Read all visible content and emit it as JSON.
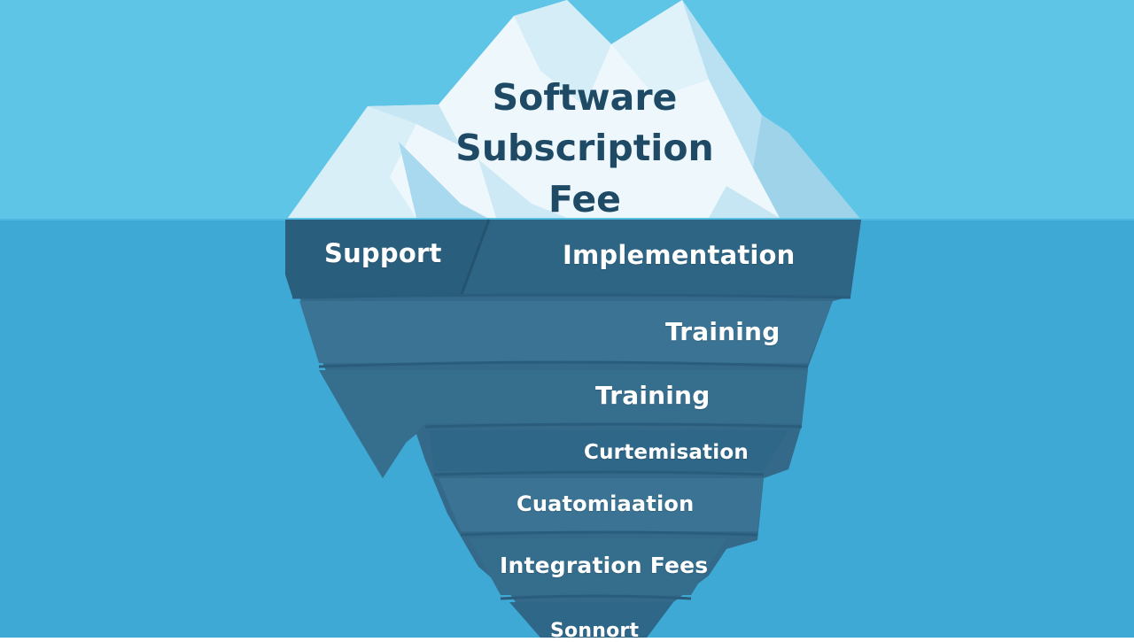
{
  "colors": {
    "sky": "#5fc5e6",
    "water": "#3fa9d6",
    "ice_light": "#eef8fc",
    "ice_mid": "#c6e6f3",
    "ice_shadow": "#9fd3ea",
    "band_dark": "#2e6584",
    "band_mid": "#366e8e",
    "band_light": "#3e7896",
    "title_text": "#1e4a66",
    "label_text": "#ffffff"
  },
  "iceberg": {
    "title_lines": [
      "Software",
      "Subscription",
      "Fee"
    ],
    "hidden_costs": [
      "Support",
      "Implementation",
      "Training",
      "Training",
      "Curtemisation",
      "Cuatomiaation",
      "Integration Fees",
      "Sonnort"
    ]
  }
}
